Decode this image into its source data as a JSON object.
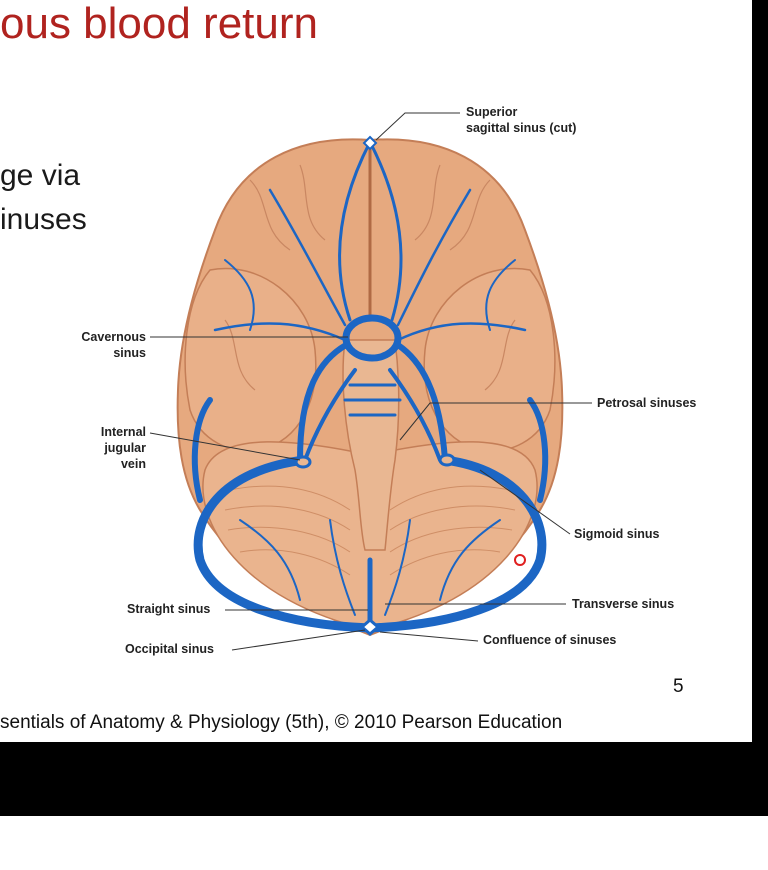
{
  "slide": {
    "title": "ous blood return",
    "bullet_lines": [
      "ge via",
      "inuses"
    ],
    "page_number": "5",
    "citation": "sentials of Anatomy & Physiology (5th), © 2010 Pearson Education"
  },
  "labels": {
    "superior_sagittal": "Superior\nsagittal sinus (cut)",
    "cavernous": "Cavernous\nsinus",
    "internal_jugular": "Internal\njugular\nvein",
    "petrosal": "Petrosal sinuses",
    "sigmoid": "Sigmoid sinus",
    "straight": "Straight sinus",
    "transverse": "Transverse sinus",
    "occipital": "Occipital sinus",
    "confluence": "Confluence of sinuses"
  },
  "colors": {
    "title": "#b0231f",
    "brain": "#e6a97f",
    "brain_shadow": "#c47e57",
    "vein": "#1c66c4",
    "bar": "#000000"
  }
}
